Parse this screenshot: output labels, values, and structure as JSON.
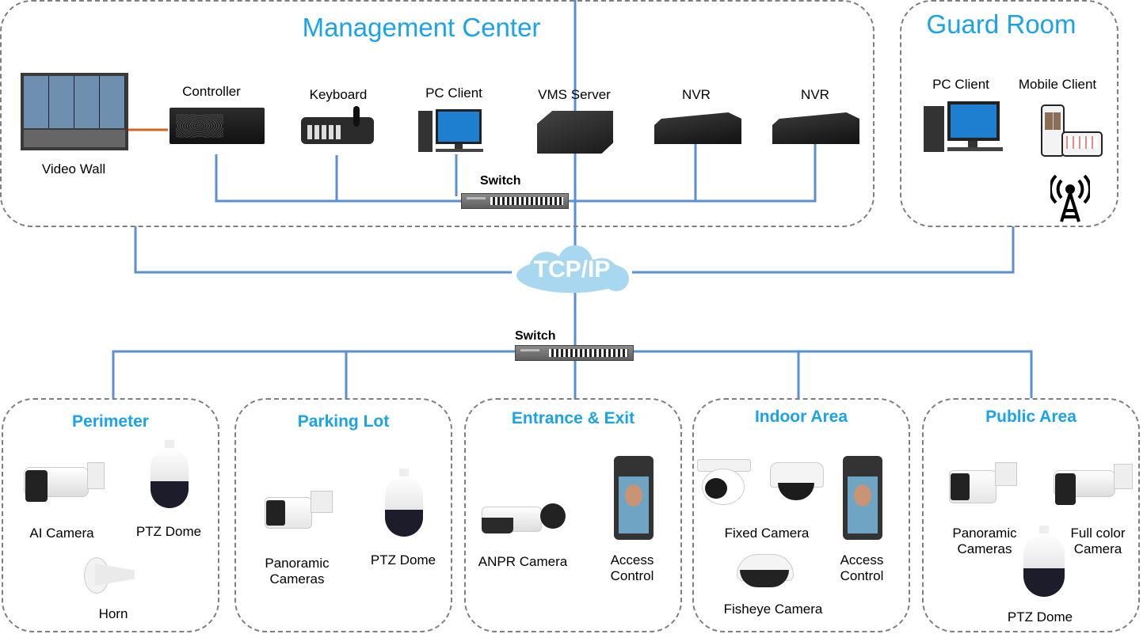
{
  "management_center": {
    "title": "Management Center",
    "devices": [
      {
        "label": "Video Wall",
        "icon": "video-wall-icon"
      },
      {
        "label": "Controller",
        "icon": "controller-icon"
      },
      {
        "label": "Keyboard",
        "icon": "ptz-keyboard-icon"
      },
      {
        "label": "PC Client",
        "icon": "pc-client-icon"
      },
      {
        "label": "VMS Server",
        "icon": "vms-server-icon"
      },
      {
        "label": "NVR",
        "icon": "nvr-icon"
      },
      {
        "label": "NVR",
        "icon": "nvr-icon"
      }
    ],
    "switch_label": "Switch"
  },
  "guard_room": {
    "title": "Guard Room",
    "devices": [
      {
        "label": "PC Client",
        "icon": "pc-client-icon"
      },
      {
        "label": "Mobile Client",
        "icon": "mobile-client-icon"
      }
    ],
    "antenna_icon": "wireless-tower-icon"
  },
  "network": {
    "cloud_label": "TCP/IP",
    "core_switch_label": "Switch",
    "wire_color": "#5b8fd3",
    "accent_color": "#1aa3e8"
  },
  "zones": [
    {
      "title": "Perimeter",
      "devices": [
        "AI Camera",
        "PTZ Dome",
        "Horn"
      ]
    },
    {
      "title": "Parking Lot",
      "devices": [
        "Panoramic Cameras",
        "PTZ Dome"
      ]
    },
    {
      "title": "Entrance & Exit",
      "devices": [
        "ANPR Camera",
        "Access Control"
      ]
    },
    {
      "title": "Indoor Area",
      "devices": [
        "Fixed Camera",
        "Fisheye Camera",
        "Access Control"
      ]
    },
    {
      "title": "Public Area",
      "devices": [
        "Panoramic Cameras",
        "Full color Camera",
        "PTZ Dome"
      ]
    }
  ]
}
